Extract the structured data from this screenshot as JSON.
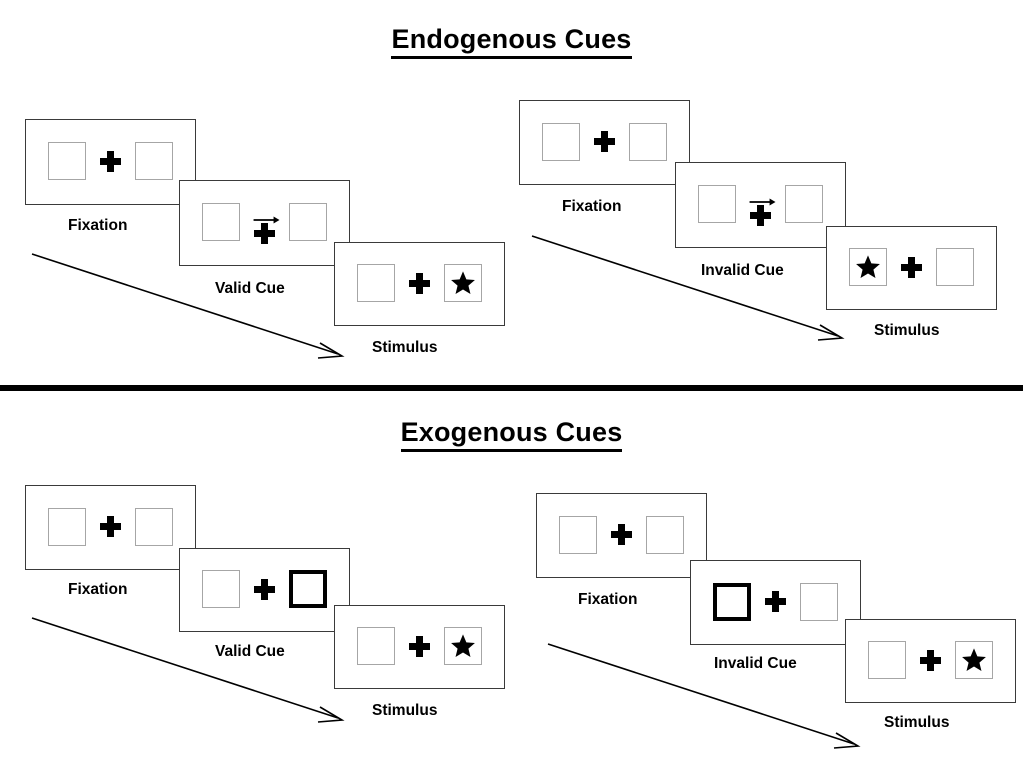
{
  "page": {
    "background_color": "#ffffff",
    "foreground_color": "#000000",
    "box_border_color": "#a6a6a6",
    "frame_border_color": "#3a3a3a"
  },
  "sections": [
    {
      "id": "endogenous",
      "title": "Endogenous Cues",
      "columns": [
        {
          "id": "endogenous-valid",
          "frames": [
            {
              "label": "Fixation",
              "left_box": "empty",
              "right_box": "empty",
              "center": "fixation-cross",
              "cue": "none"
            },
            {
              "label": "Valid Cue",
              "left_box": "empty",
              "right_box": "empty",
              "center": "fixation-cross",
              "cue": "arrow-right"
            },
            {
              "label": "Stimulus",
              "left_box": "empty",
              "right_box": "star",
              "center": "fixation-cross",
              "cue": "none"
            }
          ]
        },
        {
          "id": "endogenous-invalid",
          "frames": [
            {
              "label": "Fixation",
              "left_box": "empty",
              "right_box": "empty",
              "center": "fixation-cross",
              "cue": "none"
            },
            {
              "label": "Invalid Cue",
              "left_box": "empty",
              "right_box": "empty",
              "center": "fixation-cross",
              "cue": "arrow-right"
            },
            {
              "label": "Stimulus",
              "left_box": "star",
              "right_box": "empty",
              "center": "fixation-cross",
              "cue": "none"
            }
          ]
        }
      ]
    },
    {
      "id": "exogenous",
      "title": "Exogenous Cues",
      "columns": [
        {
          "id": "exogenous-valid",
          "frames": [
            {
              "label": "Fixation",
              "left_box": "empty",
              "right_box": "empty",
              "center": "fixation-cross",
              "cue": "none"
            },
            {
              "label": "Valid Cue",
              "left_box": "empty",
              "right_box": "highlighted",
              "center": "fixation-cross",
              "cue": "none"
            },
            {
              "label": "Stimulus",
              "left_box": "empty",
              "right_box": "star",
              "center": "fixation-cross",
              "cue": "none"
            }
          ]
        },
        {
          "id": "exogenous-invalid",
          "frames": [
            {
              "label": "Fixation",
              "left_box": "empty",
              "right_box": "empty",
              "center": "fixation-cross",
              "cue": "none"
            },
            {
              "label": "Invalid Cue",
              "left_box": "highlighted",
              "right_box": "empty",
              "center": "fixation-cross",
              "cue": "none"
            },
            {
              "label": "Stimulus",
              "left_box": "empty",
              "right_box": "star",
              "center": "fixation-cross",
              "cue": "none"
            }
          ]
        }
      ]
    }
  ],
  "labels": {
    "endogenous_title": "Endogenous Cues",
    "exogenous_title": "Exogenous Cues",
    "fixation": "Fixation",
    "valid_cue": "Valid Cue",
    "invalid_cue": "Invalid Cue",
    "stimulus": "Stimulus"
  },
  "flow_arrows": {
    "count": 4,
    "direction": "down-right",
    "meaning": "time course of a trial"
  }
}
